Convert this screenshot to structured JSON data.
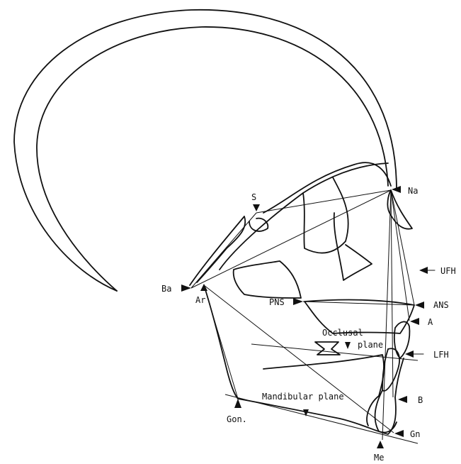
{
  "diagram": {
    "labels": {
      "s": "S",
      "na": "Na",
      "ba": "Ba",
      "ar": "Ar",
      "pns": "PNS",
      "ans": "ANS",
      "ufh": "UFH",
      "a": "A",
      "occlusal_line1": "Occlusal",
      "occlusal_line2": "plane",
      "lfh": "LFH",
      "mandibular_plane": "Mandibular plane",
      "b": "B",
      "gon": "Gon.",
      "gn": "Gn",
      "me": "Me"
    },
    "colors": {
      "ink": "#111111",
      "background": "#ffffff"
    }
  }
}
